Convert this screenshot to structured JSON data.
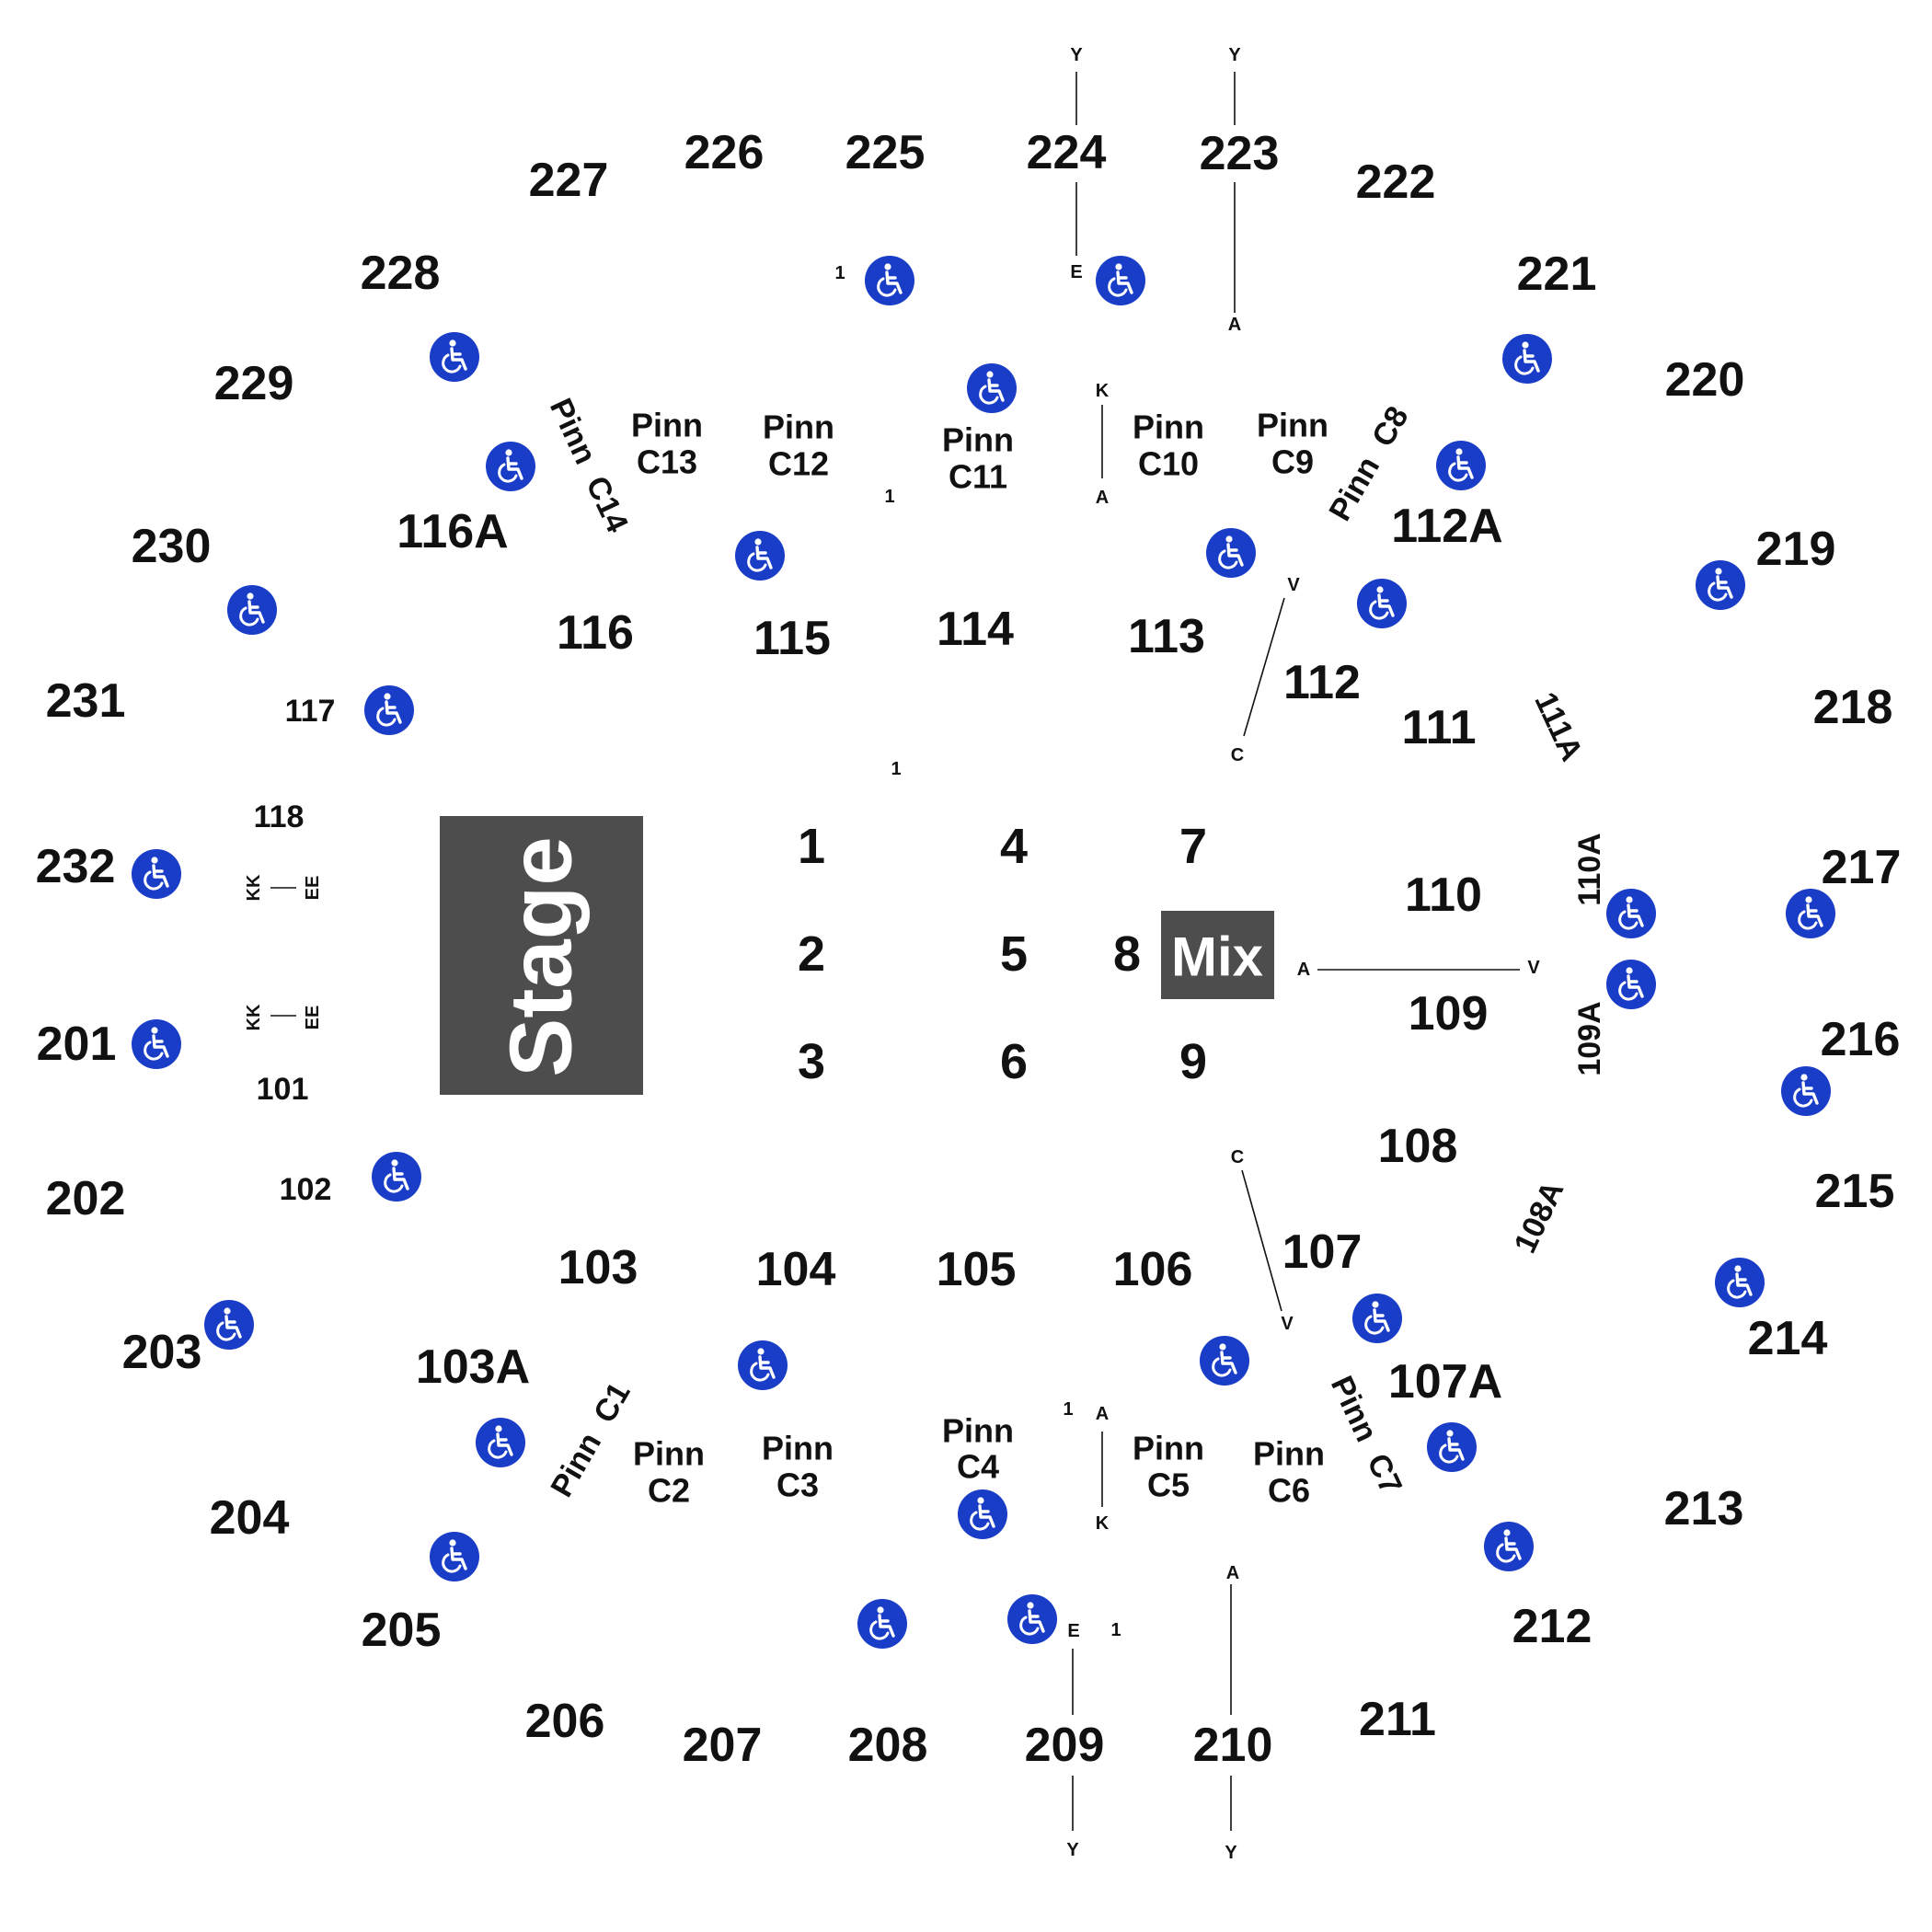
{
  "stage": {
    "label": "Stage"
  },
  "mix": {
    "label": "Mix"
  },
  "floor_sections": [
    "1",
    "2",
    "3",
    "4",
    "5",
    "6",
    "7",
    "8",
    "9"
  ],
  "lower_sections": [
    "101",
    "102",
    "103",
    "103A",
    "104",
    "105",
    "106",
    "107",
    "107A",
    "108",
    "108A",
    "109",
    "109A",
    "110",
    "110A",
    "111",
    "111A",
    "112",
    "112A",
    "113",
    "114",
    "115",
    "116",
    "116A",
    "117",
    "118"
  ],
  "upper_sections": [
    "201",
    "202",
    "203",
    "204",
    "205",
    "206",
    "207",
    "208",
    "209",
    "210",
    "211",
    "212",
    "213",
    "214",
    "215",
    "216",
    "217",
    "218",
    "219",
    "220",
    "221",
    "222",
    "223",
    "224",
    "225",
    "226",
    "227",
    "228",
    "229",
    "230",
    "231",
    "232"
  ],
  "pinnacle_boxes": [
    {
      "name": "Pinn",
      "code": "C1"
    },
    {
      "name": "Pinn",
      "code": "C2"
    },
    {
      "name": "Pinn",
      "code": "C3"
    },
    {
      "name": "Pinn",
      "code": "C4"
    },
    {
      "name": "Pinn",
      "code": "C5"
    },
    {
      "name": "Pinn",
      "code": "C6"
    },
    {
      "name": "Pinn",
      "code": "C7"
    },
    {
      "name": "Pinn",
      "code": "C8"
    },
    {
      "name": "Pinn",
      "code": "C9"
    },
    {
      "name": "Pinn",
      "code": "C10"
    },
    {
      "name": "Pinn",
      "code": "C11"
    },
    {
      "name": "Pinn",
      "code": "C12"
    },
    {
      "name": "Pinn",
      "code": "C13"
    },
    {
      "name": "Pinn",
      "code": "C14"
    }
  ],
  "row_markers": {
    "y": "Y",
    "e": "E",
    "a": "A",
    "k": "K",
    "v": "V",
    "c": "C",
    "one": "1",
    "kk": "KK",
    "ee": "EE"
  },
  "icons": {
    "accessible": "wheelchair-icon"
  },
  "colors": {
    "stage": "#4d4d4d",
    "mix": "#4d4d4d",
    "accessible": "#1a3dc8",
    "text": "#111111"
  }
}
